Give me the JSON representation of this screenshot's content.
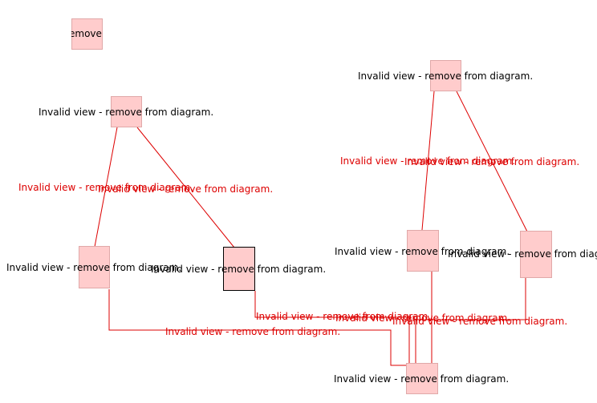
{
  "colors": {
    "node_fill": "#ffcccc",
    "node_border": "#e0a8a8",
    "selected_border": "#000000",
    "edge": "#dd0000",
    "node_text": "#000000",
    "edge_text": "#dd0000"
  },
  "node_labels": {
    "n0": "emove",
    "n1": "Invalid view - remove from diagram.",
    "n2": "Invalid view - remove from diagram.",
    "n3": "Invalid view - remove from diagram.",
    "n4": "Invalid view - remove from diagram.",
    "n5": "Invalid view - remove from diagram.",
    "n6": "Invalid view - remove from diagram.",
    "n7": "Invalid view - remove from diagram.",
    "n8": "Invalid view - remove from diagram.",
    "n8_partial": "Invalid view - remove from diag"
  },
  "edge_labels": {
    "e1": "Invalid view - remove from diagram.",
    "e2": "Invalid view - remove from diagram.",
    "e3": "Invalid view - remove from diagram.",
    "e4": "Invalid view - remove from diagram.",
    "e5": "Invalid view - remove from diagram.",
    "e6": "Invalid view - remove from diagram.",
    "e7": "Invalid view - remove from diagram.",
    "e8": "Invalid view - remove from diagram.",
    "e9": "Invalid view - remove from diagram."
  }
}
